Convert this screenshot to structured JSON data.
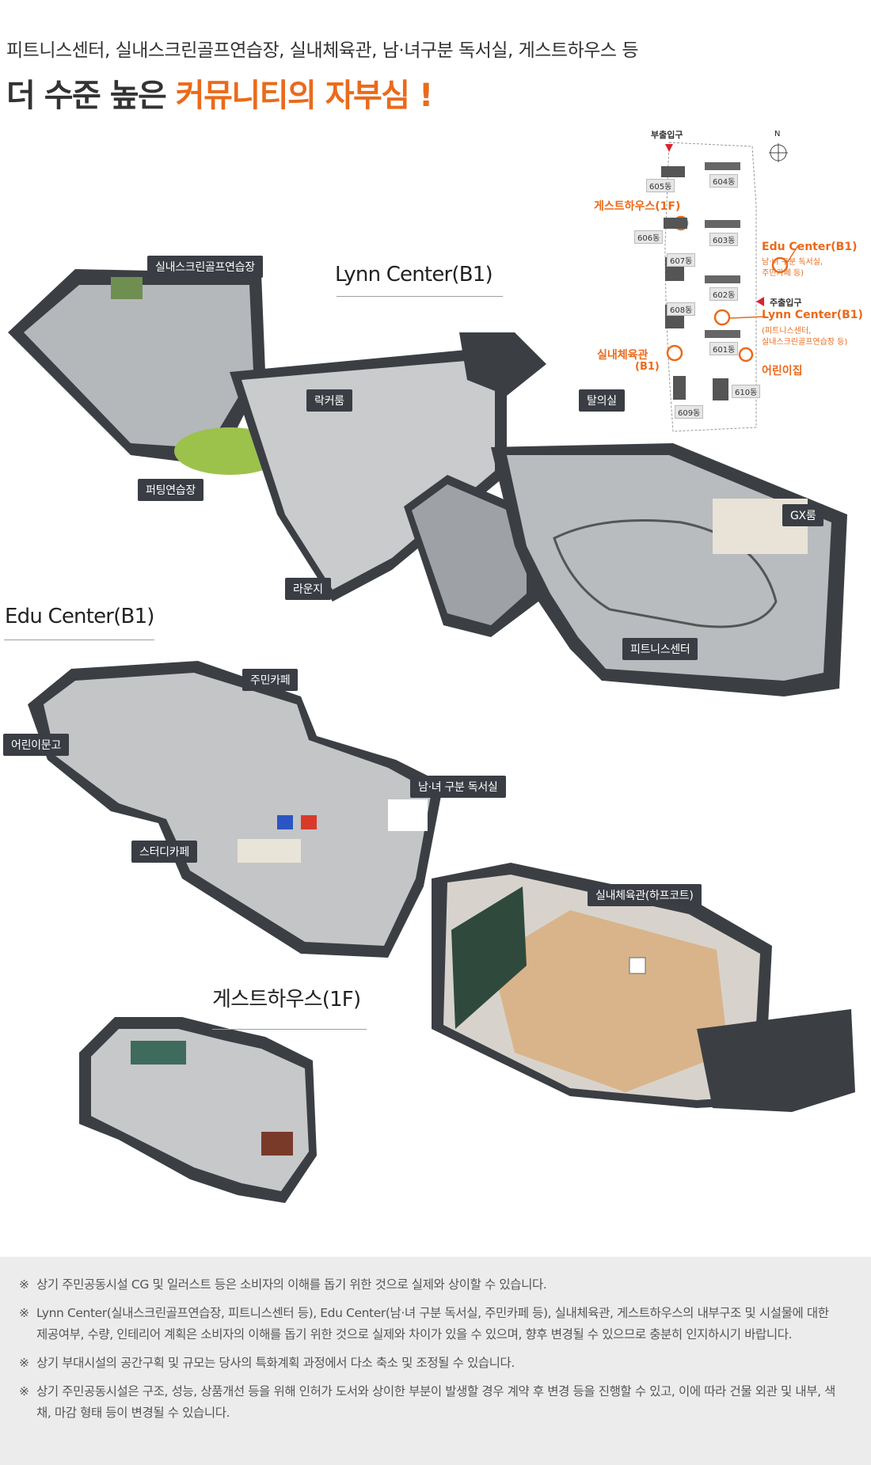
{
  "header": {
    "subtitle": "피트니스센터, 실내스크린골프연습장, 실내체육관, 남·녀구분 독서실, 게스트하우스 등",
    "title_prefix": "더 수준 높은 ",
    "title_accent": "커뮤니티의 자부심 !"
  },
  "sections": {
    "lynn": "Lynn Center(B1)",
    "edu": "Edu Center(B1)",
    "guest": "게스트하우스(1F)"
  },
  "labels": {
    "golf": "실내스크린골프연습장",
    "putting": "퍼팅연습장",
    "locker": "락커룸",
    "changing": "탈의실",
    "lounge": "라운지",
    "gx": "GX룸",
    "fitness": "피트니스센터",
    "cafe": "주민카페",
    "kids_library": "어린이문고",
    "reading_room": "남·녀 구분 독서실",
    "study_cafe": "스터디카페",
    "gym": "실내체육관(하프코트)"
  },
  "sitemap": {
    "north": "N",
    "sub_entrance": "부출입구",
    "main_entrance": "주출입구",
    "guesthouse": "게스트하우스(1F)",
    "edu_title": "Edu Center(B1)",
    "edu_desc_1": "남·녀 구분 독서실,",
    "edu_desc_2": "주민카페 등)",
    "lynn_title": "Lynn Center(B1)",
    "lynn_desc_1": "(피트니스센터,",
    "lynn_desc_2": "실내스크린골프연습장 등)",
    "gym_title": "실내체육관",
    "gym_floor": "(B1)",
    "daycare": "어린이집",
    "buildings": [
      "605동",
      "604동",
      "606동",
      "603동",
      "607동",
      "602동",
      "608동",
      "601동",
      "610동",
      "609동"
    ]
  },
  "notes": {
    "mark": "※",
    "items": [
      "상기 주민공동시설 CG 및 일러스트 등은 소비자의 이해를 돕기 위한 것으로 실제와 상이할 수 있습니다.",
      "Lynn Center(실내스크린골프연습장, 피트니스센터 등), Edu Center(남·녀 구분 독서실, 주민카페 등), 실내체육관, 게스트하우스의 내부구조 및 시설물에 대한 제공여부, 수량, 인테리어 계획은 소비자의 이해를 돕기 위한 것으로 실제와 차이가 있을 수 있으며, 향후 변경될 수 있으므로 충분히 인지하시기 바랍니다.",
      "상기 부대시설의 공간구획 및 규모는 당사의 특화계획 과정에서 다소 축소 및 조정될 수 있습니다.",
      "상기 주민공동시설은 구조, 성능, 상품개선 등을 위해 인허가 도서와 상이한 부분이 발생할 경우 계약 후 변경 등을 진행할 수 있고, 이에 따라 건물 외관 및 내부, 색채, 마감 형태 등이 변경될 수 있습니다."
    ]
  },
  "colors": {
    "accent": "#ea6a1b",
    "label_bg": "#3a3d44",
    "notes_bg": "#ececec"
  }
}
